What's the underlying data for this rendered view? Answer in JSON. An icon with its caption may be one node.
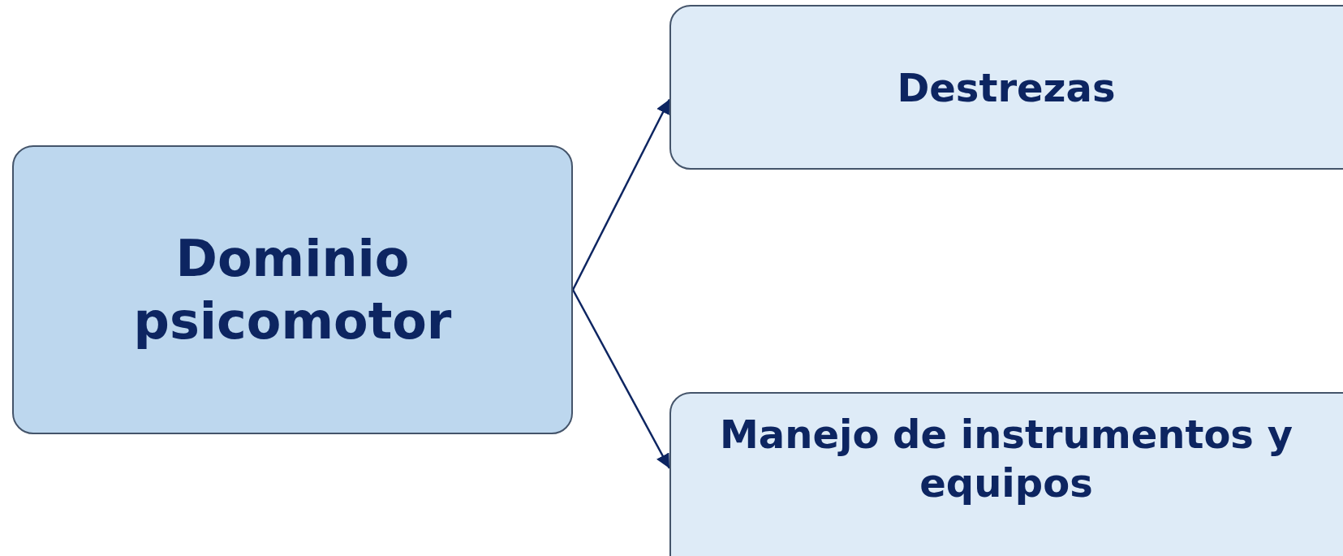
{
  "diagram": {
    "nodes": [
      {
        "text": [
          "Dominio psicomotor"
        ]
      },
      {
        "text": [
          "Destrezas"
        ]
      },
      {
        "text": [
          "Manejo de instrumentos y equipos"
        ]
      }
    ],
    "edges": [
      {
        "from": 0,
        "to": 1,
        "arrow": "to"
      },
      {
        "from": 0,
        "to": 2,
        "arrow": "to"
      }
    ]
  }
}
